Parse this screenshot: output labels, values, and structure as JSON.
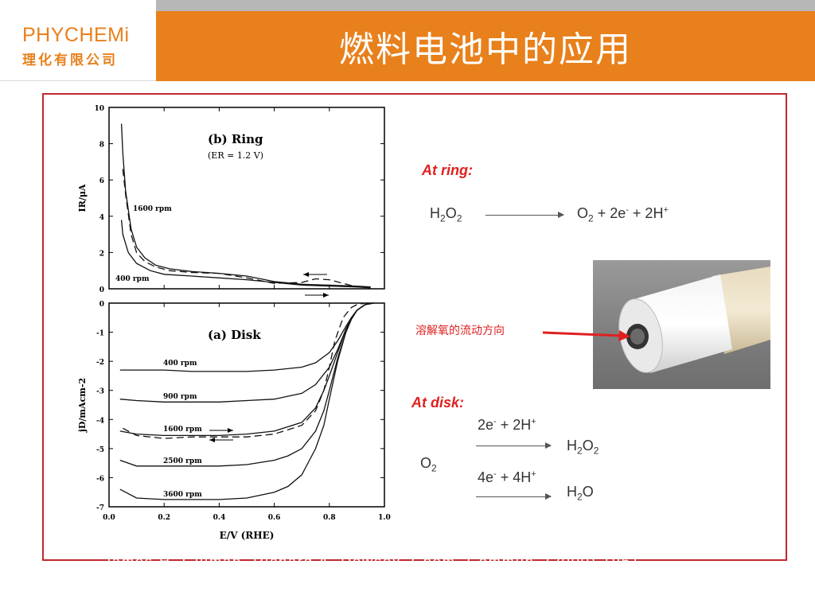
{
  "header": {
    "logo_en": "PHYCHEMi",
    "logo_cn": "理化有限公司",
    "title": "燃料电池中的应用"
  },
  "colors": {
    "accent": "#e8801c",
    "frame": "#c0282e",
    "red_text": "#e02020",
    "topbar": "#b7b7b7"
  },
  "reactions": {
    "at_ring": "At ring:",
    "at_disk": "At disk:",
    "ring_reactant": "H2O2",
    "ring_product": "O2 + 2e- + 2H+",
    "disk_reactant": "O2",
    "disk_cond_top": "2e- + 2H+",
    "disk_prod_top": "H2O2",
    "disk_cond_bottom": "4e- + 4H+",
    "disk_prod_bottom": "H2O"
  },
  "photo": {
    "flow_label": "溶解氧的流动方向"
  },
  "citation": "James H. Gillman, Richard A. Dowsey, Chem. Commun. (2000) 1961",
  "chart_data": [
    {
      "type": "line",
      "panel": "(b) Ring",
      "title": "(b) Ring",
      "subtitle": "(ER = 1.2 V)",
      "xlabel": "",
      "ylabel": "IR/μA",
      "xlim": [
        0.0,
        1.0
      ],
      "ylim": [
        0,
        10
      ],
      "yticks": [
        0,
        2,
        4,
        6,
        8,
        10
      ],
      "annotations": [
        "1600 rpm",
        "400 rpm"
      ],
      "series": [
        {
          "name": "1600 rpm",
          "style": "solid",
          "x": [
            0.045,
            0.05,
            0.06,
            0.08,
            0.1,
            0.13,
            0.17,
            0.22,
            0.3,
            0.4,
            0.5,
            0.6,
            0.7,
            0.8,
            0.9,
            0.95
          ],
          "y": [
            9.1,
            7.5,
            5.4,
            3.3,
            2.3,
            1.7,
            1.3,
            1.1,
            0.95,
            0.85,
            0.7,
            0.4,
            0.25,
            0.2,
            0.15,
            0.1
          ]
        },
        {
          "name": "1600 rpm (reverse)",
          "style": "dashed",
          "x": [
            0.05,
            0.06,
            0.08,
            0.1,
            0.13,
            0.17,
            0.22,
            0.3,
            0.4,
            0.5,
            0.6,
            0.7,
            0.75,
            0.8,
            0.85,
            0.9
          ],
          "y": [
            6.6,
            5.2,
            3.0,
            2.0,
            1.5,
            1.2,
            1.0,
            0.9,
            0.85,
            0.6,
            0.3,
            0.35,
            0.55,
            0.5,
            0.3,
            0.1
          ]
        },
        {
          "name": "400 rpm",
          "style": "solid",
          "x": [
            0.045,
            0.05,
            0.07,
            0.1,
            0.15,
            0.2,
            0.3,
            0.4,
            0.5,
            0.6,
            0.7,
            0.8,
            0.9,
            0.95
          ],
          "y": [
            3.8,
            3.0,
            2.0,
            1.4,
            1.0,
            0.8,
            0.7,
            0.6,
            0.5,
            0.35,
            0.2,
            0.15,
            0.1,
            0.05
          ]
        }
      ]
    },
    {
      "type": "line",
      "panel": "(a) Disk",
      "title": "(a) Disk",
      "xlabel": "E/V (RHE)",
      "ylabel": "jD/mAcm-2",
      "xlim": [
        0.0,
        1.0
      ],
      "ylim": [
        -7,
        0
      ],
      "xticks": [
        0.0,
        0.2,
        0.4,
        0.6,
        0.8,
        1.0
      ],
      "yticks": [
        0,
        -1,
        -2,
        -3,
        -4,
        -5,
        -6,
        -7
      ],
      "annotations": [
        "400 rpm",
        "900 rpm",
        "1600 rpm",
        "2500 rpm",
        "3600 rpm"
      ],
      "series": [
        {
          "name": "400 rpm",
          "style": "solid",
          "x": [
            0.04,
            0.1,
            0.2,
            0.3,
            0.4,
            0.5,
            0.6,
            0.7,
            0.75,
            0.8,
            0.83,
            0.86,
            0.88,
            0.9,
            0.93,
            0.96
          ],
          "y": [
            -2.3,
            -2.3,
            -2.3,
            -2.35,
            -2.35,
            -2.35,
            -2.3,
            -2.2,
            -2.05,
            -1.7,
            -1.3,
            -0.8,
            -0.5,
            -0.25,
            -0.05,
            0
          ]
        },
        {
          "name": "900 rpm",
          "style": "solid",
          "x": [
            0.04,
            0.1,
            0.2,
            0.3,
            0.4,
            0.5,
            0.6,
            0.7,
            0.75,
            0.8,
            0.83,
            0.86,
            0.88,
            0.9,
            0.93,
            0.96
          ],
          "y": [
            -3.3,
            -3.35,
            -3.4,
            -3.4,
            -3.4,
            -3.35,
            -3.3,
            -3.1,
            -2.8,
            -2.2,
            -1.6,
            -0.9,
            -0.55,
            -0.25,
            -0.05,
            0
          ]
        },
        {
          "name": "1600 rpm",
          "style": "solid",
          "x": [
            0.04,
            0.1,
            0.2,
            0.3,
            0.4,
            0.5,
            0.6,
            0.7,
            0.75,
            0.78,
            0.8,
            0.83,
            0.86,
            0.88,
            0.9,
            0.93,
            0.96
          ],
          "y": [
            -4.4,
            -4.5,
            -4.55,
            -4.55,
            -4.55,
            -4.5,
            -4.4,
            -4.1,
            -3.6,
            -3.0,
            -2.5,
            -1.7,
            -0.9,
            -0.5,
            -0.25,
            -0.05,
            0
          ]
        },
        {
          "name": "1600 rpm (reverse)",
          "style": "dashed",
          "x": [
            0.05,
            0.1,
            0.2,
            0.3,
            0.4,
            0.5,
            0.6,
            0.7,
            0.75,
            0.78,
            0.8,
            0.82,
            0.85,
            0.88,
            0.9,
            0.93,
            0.96
          ],
          "y": [
            -4.3,
            -4.55,
            -4.65,
            -4.6,
            -4.6,
            -4.6,
            -4.5,
            -4.2,
            -3.7,
            -3.0,
            -2.2,
            -1.3,
            -0.5,
            -0.15,
            -0.05,
            0,
            0
          ]
        },
        {
          "name": "2500 rpm",
          "style": "solid",
          "x": [
            0.04,
            0.1,
            0.2,
            0.3,
            0.4,
            0.5,
            0.6,
            0.65,
            0.7,
            0.75,
            0.78,
            0.8,
            0.83,
            0.86,
            0.88,
            0.9,
            0.93,
            0.96
          ],
          "y": [
            -5.4,
            -5.6,
            -5.6,
            -5.6,
            -5.6,
            -5.55,
            -5.4,
            -5.25,
            -5.0,
            -4.4,
            -3.7,
            -3.0,
            -1.9,
            -1.0,
            -0.55,
            -0.25,
            -0.05,
            0
          ]
        },
        {
          "name": "3600 rpm",
          "style": "solid",
          "x": [
            0.04,
            0.1,
            0.2,
            0.3,
            0.4,
            0.5,
            0.6,
            0.65,
            0.7,
            0.75,
            0.78,
            0.8,
            0.83,
            0.86,
            0.88,
            0.9,
            0.93,
            0.96
          ],
          "y": [
            -6.4,
            -6.7,
            -6.75,
            -6.75,
            -6.75,
            -6.7,
            -6.5,
            -6.3,
            -5.9,
            -5.0,
            -4.2,
            -3.3,
            -2.0,
            -1.0,
            -0.55,
            -0.25,
            -0.05,
            0
          ]
        }
      ]
    }
  ]
}
